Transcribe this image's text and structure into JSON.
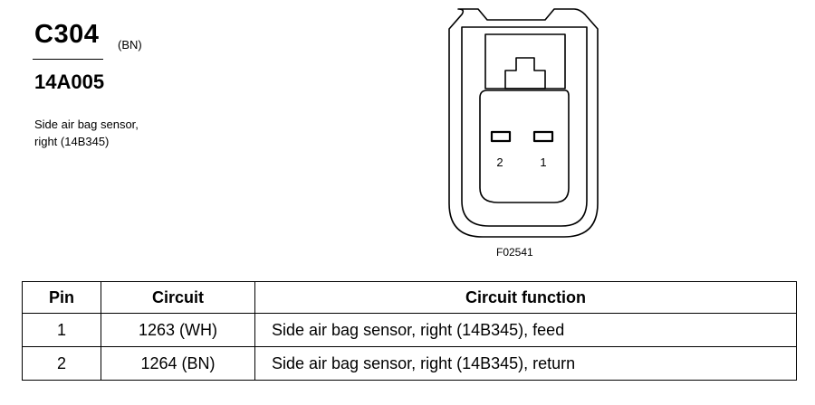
{
  "connector": {
    "id": "C304",
    "color_code": "(BN)",
    "part_number": "14A005",
    "description_lines": [
      "Side air bag sensor,",
      "right (14B345)"
    ],
    "figure_code": "F02541",
    "pin_labels": [
      "2",
      "1"
    ]
  },
  "table": {
    "headers": [
      "Pin",
      "Circuit",
      "Circuit function"
    ],
    "rows": [
      [
        "1",
        "1263 (WH)",
        "Side air bag sensor, right (14B345), feed"
      ],
      [
        "2",
        "1264 (BN)",
        "Side air bag sensor, right (14B345), return"
      ]
    ]
  }
}
